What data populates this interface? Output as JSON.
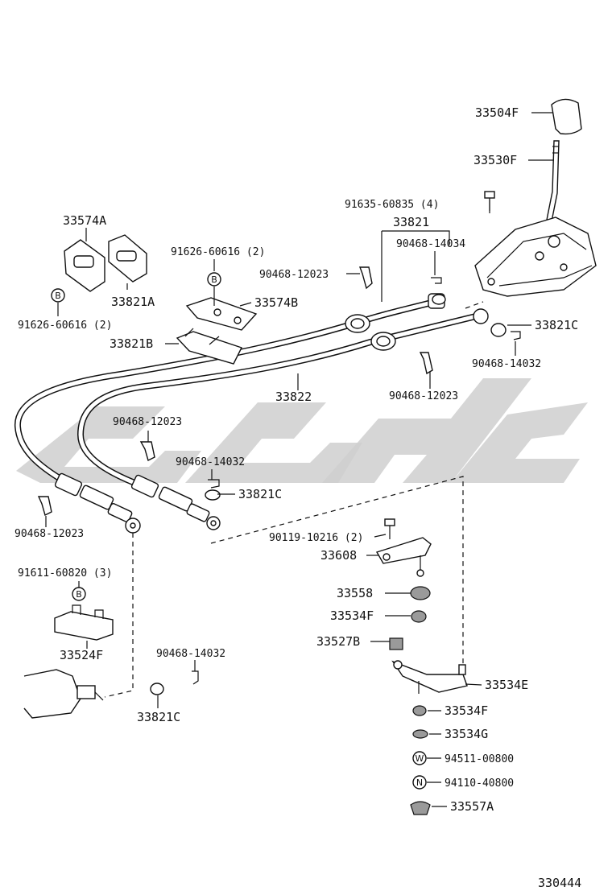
{
  "labels": {
    "l33504F": "33504F",
    "l33530F": "33530F",
    "l91635": "91635-60835 (4)",
    "l33821": "33821",
    "l90468_14034": "90468-14034",
    "l33574A": "33574A",
    "l91626_top": "91626-60616 (2)",
    "l90468_12023_a": "90468-12023",
    "l33821A": "33821A",
    "l33574B": "33574B",
    "l91626_left": "91626-60616 (2)",
    "l33821B": "33821B",
    "l33821C_right": "33821C",
    "l90468_14032_right": "90468-14032",
    "l33822": "33822",
    "l90468_12023_b": "90468-12023",
    "l90468_12023_c": "90468-12023",
    "l90468_14032_mid": "90468-14032",
    "l33821C_mid": "33821C",
    "l90468_12023_d": "90468-12023",
    "l90119": "90119-10216 (2)",
    "l33608": "33608",
    "l91611": "91611-60820 (3)",
    "l33558": "33558",
    "l33534F_a": "33534F",
    "l33524F": "33524F",
    "l33527B": "33527B",
    "l90468_14032_low": "90468-14032",
    "l33534E": "33534E",
    "l33821C_low": "33821C",
    "l33534F_b": "33534F",
    "l33534G": "33534G",
    "l94511": "94511-00800",
    "l94110": "94110-40800",
    "l33557A": "33557A",
    "fig_no": "330444"
  },
  "markers": {
    "b": "B",
    "w": "W",
    "n": "N"
  },
  "colors": {
    "ink": "#111111",
    "watermark": "#cfcfcf",
    "background": "#ffffff"
  }
}
